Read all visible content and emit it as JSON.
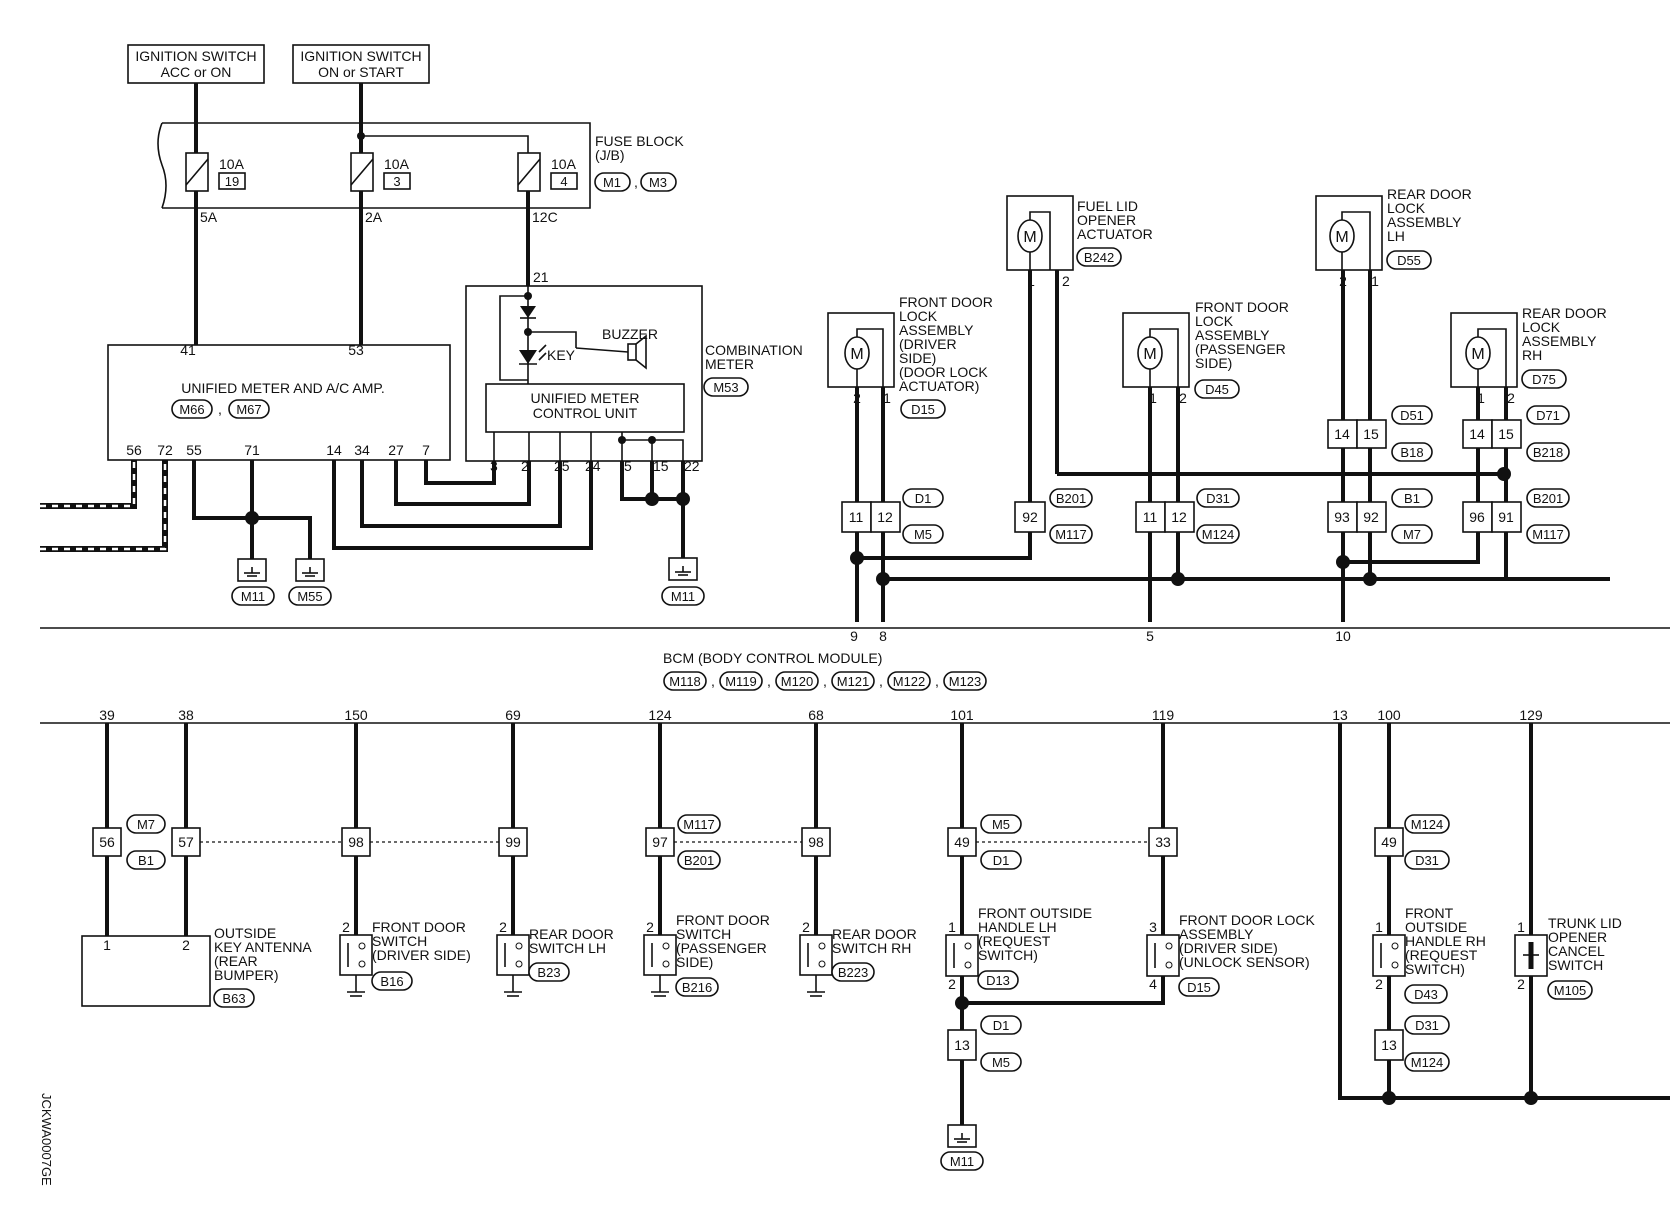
{
  "ign_acc": [
    "IGNITION SWITCH",
    "ACC or ON"
  ],
  "ign_on": [
    "IGNITION SWITCH",
    "ON or START"
  ],
  "fuse_block": {
    "title": [
      "FUSE BLOCK",
      "(J/B)"
    ],
    "conn": [
      "M1",
      "M3"
    ],
    "fuses": [
      {
        "amp": "10A",
        "num": "19",
        "term": "5A"
      },
      {
        "amp": "10A",
        "num": "3",
        "term": "2A"
      },
      {
        "amp": "10A",
        "num": "4",
        "term": "12C"
      }
    ]
  },
  "meter_amp": {
    "title": "UNIFIED METER AND A/C AMP.",
    "conn": [
      "M66",
      "M67"
    ],
    "top_pins": [
      "41",
      "53"
    ],
    "bottom_pins": [
      "56",
      "72",
      "55",
      "71",
      "14",
      "34",
      "27",
      "7"
    ]
  },
  "combination_meter": {
    "title": [
      "COMBINATION",
      "METER"
    ],
    "conn": "M53",
    "unit": [
      "UNIFIED METER",
      "CONTROL UNIT"
    ],
    "buzzer": "BUZZER",
    "key": "KEY",
    "pins": [
      "21",
      "3",
      "2",
      "25",
      "24",
      "5",
      "15",
      "22"
    ]
  },
  "grounds": {
    "m11": "M11",
    "m55": "M55"
  },
  "actuators": {
    "fuel": {
      "label": [
        "FUEL LID",
        "OPENER",
        "ACTUATOR"
      ],
      "conn": "B242",
      "pins": [
        "1",
        "2"
      ]
    },
    "rear_lh": {
      "label": [
        "REAR DOOR",
        "LOCK",
        "ASSEMBLY",
        "LH"
      ],
      "conn": "D55",
      "pins": [
        "2",
        "1"
      ]
    },
    "fd_driver": {
      "label": [
        "FRONT DOOR",
        "LOCK",
        "ASSEMBLY",
        "(DRIVER",
        "SIDE)",
        "(DOOR LOCK",
        "ACTUATOR)"
      ],
      "conn": "D15",
      "pins": [
        "2",
        "1"
      ]
    },
    "fd_pass": {
      "label": [
        "FRONT DOOR",
        "LOCK",
        "ASSEMBLY",
        "(PASSENGER",
        "SIDE)"
      ],
      "conn": "D45",
      "pins": [
        "1",
        "2"
      ]
    },
    "rear_rh": {
      "label": [
        "REAR DOOR",
        "LOCK",
        "ASSEMBLY",
        "RH"
      ],
      "conn": "D75",
      "pins": [
        "1",
        "2"
      ]
    }
  },
  "upper_joints": {
    "g1": {
      "pins": [
        "11",
        "12"
      ],
      "conn": [
        "D1",
        "M5"
      ]
    },
    "g2": {
      "pins": [
        "92"
      ],
      "conn": [
        "B201",
        "M117"
      ]
    },
    "g3": {
      "pins": [
        "11",
        "12"
      ],
      "conn": [
        "D31",
        "M124"
      ]
    },
    "g4top": {
      "pins": [
        "14",
        "15"
      ],
      "conn": [
        "D51",
        "B18"
      ]
    },
    "g4": {
      "pins": [
        "93",
        "92"
      ],
      "conn": [
        "B1",
        "M7"
      ]
    },
    "g5top": {
      "pins": [
        "14",
        "15"
      ],
      "conn": [
        "D71",
        "B218"
      ]
    },
    "g5": {
      "pins": [
        "96",
        "91"
      ],
      "conn": [
        "B201",
        "M117"
      ]
    }
  },
  "bcm": {
    "title": "BCM (BODY CONTROL MODULE)",
    "conn": [
      "M118",
      "M119",
      "M120",
      "M121",
      "M122",
      "M123"
    ],
    "upper_pins": [
      "9",
      "8",
      "5",
      "10"
    ],
    "lower_pins": [
      "39",
      "38",
      "150",
      "69",
      "124",
      "68",
      "101",
      "119",
      "13",
      "100",
      "129"
    ]
  },
  "lower_joints": {
    "j1": {
      "pins": [
        "56",
        "57"
      ],
      "conn": [
        "M7",
        "B1"
      ]
    },
    "j2": {
      "pins": [
        "98"
      ]
    },
    "j3": {
      "pins": [
        "99"
      ]
    },
    "j4": {
      "pins": [
        "97"
      ],
      "conn": [
        "M117",
        "B201"
      ]
    },
    "j5": {
      "pins": [
        "98"
      ]
    },
    "j6": {
      "pins": [
        "49"
      ],
      "conn": [
        "M5",
        "D1"
      ]
    },
    "j7": {
      "pins": [
        "33"
      ]
    },
    "j8": {
      "pins": [
        "49"
      ],
      "conn": [
        "M124",
        "D31"
      ]
    },
    "j9": {
      "pins": [
        "13"
      ],
      "conn": [
        "D1",
        "M5"
      ]
    },
    "j10": {
      "pins": [
        "13"
      ],
      "conn": [
        "D31",
        "M124"
      ]
    }
  },
  "switches": {
    "antenna": {
      "label": [
        "OUTSIDE",
        "KEY ANTENNA",
        "(REAR",
        "BUMPER)"
      ],
      "conn": "B63",
      "pins": [
        "1",
        "2"
      ]
    },
    "fd_sw_drv": {
      "label": [
        "FRONT DOOR",
        "SWITCH",
        "(DRIVER SIDE)"
      ],
      "conn": "B16",
      "pin": "2"
    },
    "rd_sw_lh": {
      "label": [
        "REAR DOOR",
        "SWITCH LH"
      ],
      "conn": "B23",
      "pin": "2"
    },
    "fd_sw_pass": {
      "label": [
        "FRONT DOOR",
        "SWITCH",
        "(PASSENGER",
        "SIDE)"
      ],
      "conn": "B216",
      "pin": "2"
    },
    "rd_sw_rh": {
      "label": [
        "REAR DOOR",
        "SWITCH RH"
      ],
      "conn": "B223",
      "pin": "2"
    },
    "handle_lh": {
      "label": [
        "FRONT OUTSIDE",
        "HANDLE LH",
        "(REQUEST",
        "SWITCH)"
      ],
      "conn": "D13",
      "pins": [
        "1",
        "2"
      ]
    },
    "unlock": {
      "label": [
        "FRONT DOOR LOCK",
        "ASSEMBLY",
        "(DRIVER SIDE)",
        "(UNLOCK SENSOR)"
      ],
      "conn": "D15",
      "pins": [
        "3",
        "4"
      ]
    },
    "handle_rh": {
      "label": [
        "FRONT",
        "OUTSIDE",
        "HANDLE RH",
        "(REQUEST",
        "SWITCH)"
      ],
      "conn": "D43",
      "pins": [
        "1",
        "2"
      ]
    },
    "trunk": {
      "label": [
        "TRUNK LID",
        "OPENER",
        "CANCEL",
        "SWITCH"
      ],
      "conn": "M105",
      "pins": [
        "1",
        "2"
      ]
    }
  },
  "ground_m11_lower": "M11",
  "side_code": "JCKWA0007GE"
}
